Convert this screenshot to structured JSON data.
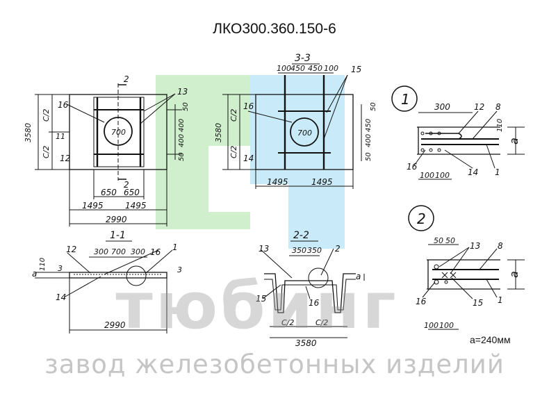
{
  "title": "ЛКО300.360.150-6",
  "a_note": "а=240мм",
  "watermark": {
    "brand": "тюбинг",
    "tagline": "завод железобетонных изделий",
    "colors": {
      "green": "#c8ecc4",
      "blue": "#bfe6f7",
      "gray": "#9a9a9a"
    }
  },
  "views": {
    "plan_left": {
      "section_mark": "2",
      "pos_labels": [
        "16",
        "13",
        "11",
        "12"
      ],
      "dims": [
        "3580",
        "C/2",
        "C/2",
        "50",
        "400",
        "400",
        "50",
        "650",
        "650",
        "1495",
        "1495",
        "2990"
      ],
      "circle_label": "700"
    },
    "plan_right": {
      "section_name": "3-3",
      "top_dims": [
        "100",
        "450",
        "450",
        "100"
      ],
      "pos_labels": [
        "16",
        "14",
        "15"
      ],
      "dims": [
        "3580",
        "C/2",
        "C/2",
        "50",
        "450",
        "400",
        "50",
        "1495",
        "1495"
      ],
      "circle_label": "700"
    },
    "section_1_1": {
      "name": "1-1",
      "pos_labels": [
        "12",
        "16",
        "1",
        "14"
      ],
      "dims": [
        "300",
        "700",
        "300",
        "110",
        "a",
        "3",
        "3",
        "2990"
      ]
    },
    "section_2_2": {
      "name": "2-2",
      "pos_labels": [
        "13",
        "2",
        "15",
        "16"
      ],
      "dims": [
        "350",
        "350",
        "a",
        "C/2",
        "C/2",
        "3580"
      ]
    },
    "detail_1": {
      "marker": "1",
      "pos_labels": [
        "12",
        "8",
        "16",
        "14",
        "1"
      ],
      "dims": [
        "300",
        "110",
        "a",
        "100",
        "100"
      ]
    },
    "detail_2": {
      "marker": "2",
      "pos_labels": [
        "13",
        "8",
        "16",
        "15",
        "1"
      ],
      "dims": [
        "50",
        "50",
        "a",
        "100",
        "100"
      ]
    }
  }
}
